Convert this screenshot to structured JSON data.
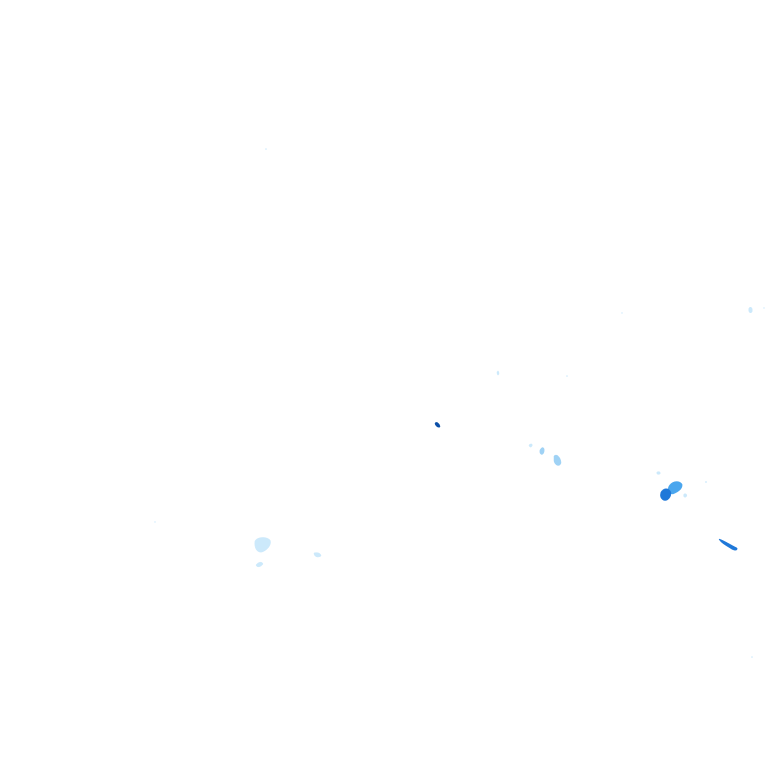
{
  "map": {
    "background": "#ffffff",
    "layer": "rain-radar-overlay"
  },
  "intensity_palette": {
    "light": "#cce9fb",
    "light_medium": "#9fd2f5",
    "medium": "#4aa6ee",
    "heavy": "#1f78d9",
    "very_heavy": "#0b4fa8"
  },
  "echo_intensities": [
    "light",
    "light",
    "light",
    "light",
    "light_medium",
    "light_medium",
    "medium",
    "heavy",
    "very_heavy",
    "heavy"
  ]
}
